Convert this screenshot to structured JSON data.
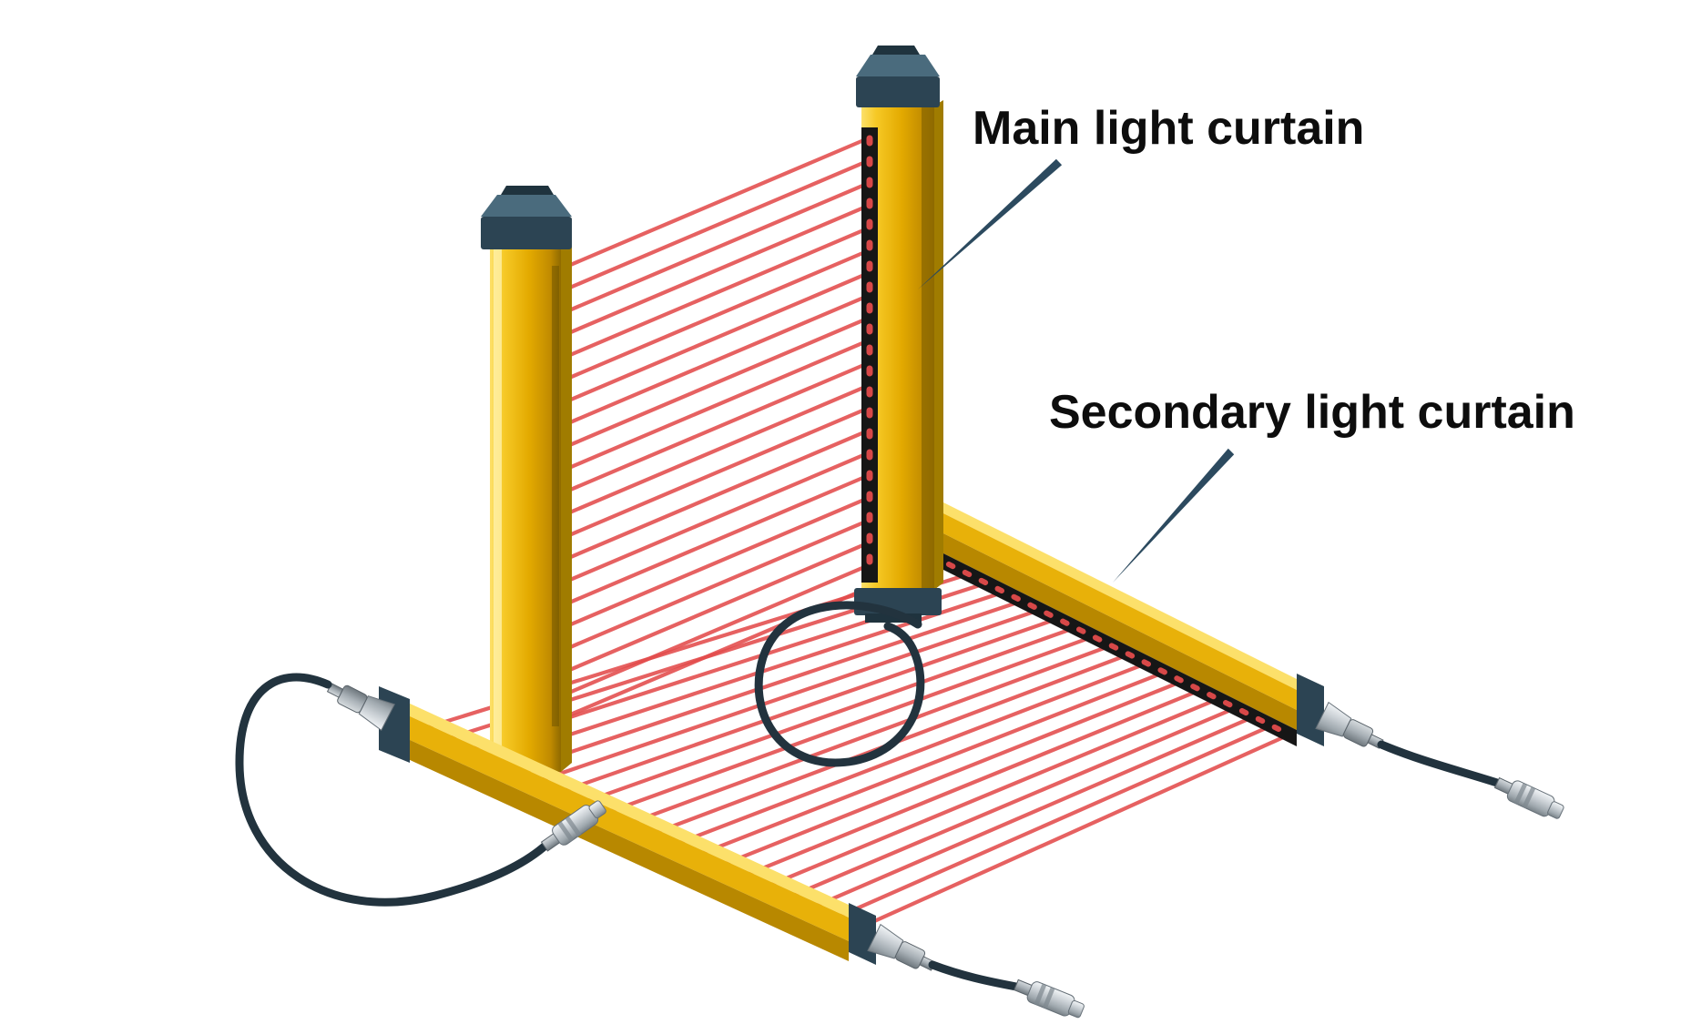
{
  "figure": {
    "background": "#ffffff"
  },
  "labels": {
    "main": "Main light curtain",
    "secondary": "Secondary light curtain"
  },
  "diagram": {
    "main_beam_count": 21,
    "secondary_beam_count": 20
  },
  "colors": {
    "figure_bg": "#ffffff",
    "bar_yellow": "#E8B109",
    "bar_yellow_light": "#FCE06A",
    "bar_yellow_dark": "#8F6A00",
    "cap_slate": "#2C4453",
    "cap_slate_light": "#4A6B7D",
    "beam_red": "#E24B4B",
    "cable_dark": "#22333E",
    "connector_gray": "#C9CFD4",
    "label_text": "#0D0D0D",
    "leader_line": "#2C4A5F"
  }
}
